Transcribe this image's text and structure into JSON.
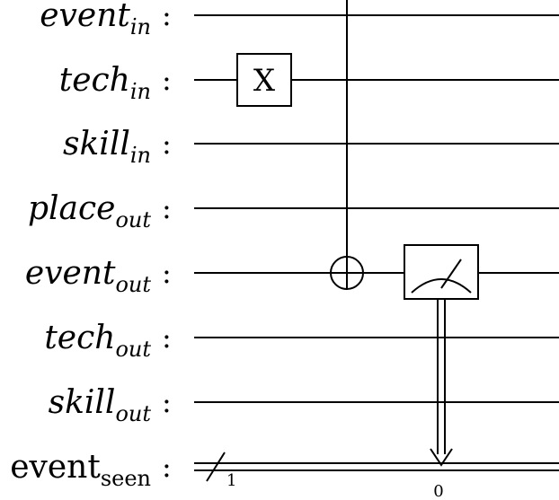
{
  "circuit": {
    "wires": [
      {
        "main": "event",
        "sub": "in",
        "italic": true
      },
      {
        "main": "tech",
        "sub": "in",
        "italic": true
      },
      {
        "main": "skill",
        "sub": "in",
        "italic": true
      },
      {
        "main": "place",
        "sub": "out",
        "italic": true
      },
      {
        "main": "event",
        "sub": "out",
        "italic": true
      },
      {
        "main": "tech",
        "sub": "out",
        "italic": true
      },
      {
        "main": "skill",
        "sub": "out",
        "italic": true
      },
      {
        "main": "event",
        "sub": "seen",
        "italic": false
      }
    ],
    "separator": ":",
    "x_gate_label": "X",
    "classical_bits_label": "1",
    "classical_index_label": "0"
  }
}
